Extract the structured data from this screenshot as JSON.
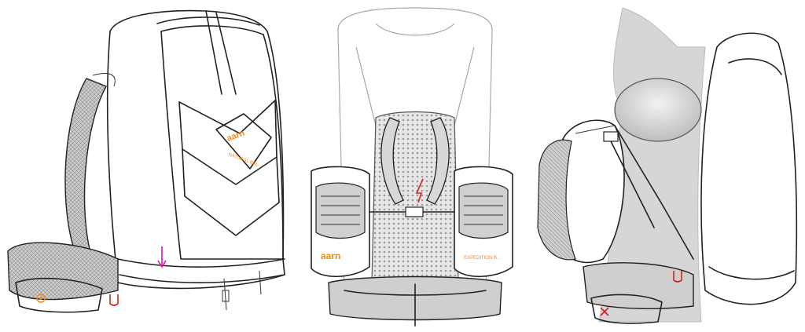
{
  "views": [
    {
      "id": "side-view-a",
      "logo_text": "aarn",
      "sublabel_text": "NATURAL BAL..."
    },
    {
      "id": "front-view",
      "logo_text": "aarn",
      "sublabel_text": "EXPEDITION B..."
    },
    {
      "id": "side-view-b"
    }
  ],
  "colors": {
    "outline": "#222222",
    "mesh": "#9a9a9a",
    "gray_fill": "#d0d0d0",
    "accent_orange": "#f08a1c",
    "accent_magenta": "#d41aa8",
    "accent_red": "#d8201e"
  }
}
